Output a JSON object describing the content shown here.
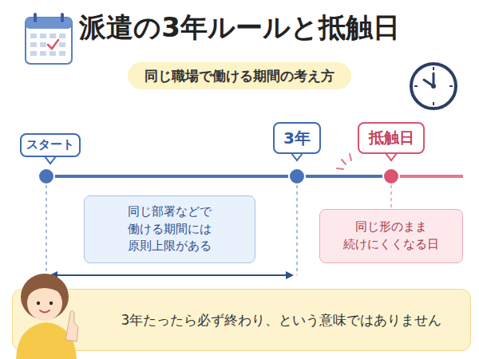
{
  "diagram": {
    "title": "派遣の3年ルールと抵触日",
    "nodes": [
      {
        "text": [
          "同じ職場で働ける期間の考え方"
        ]
      },
      {
        "text": [
          "スタート"
        ]
      },
      {
        "text": [
          "3年"
        ]
      },
      {
        "text": [
          "抵触日"
        ]
      },
      {
        "text": [
          "同じ部署などで 働ける期間には 原則上限がある"
        ]
      },
      {
        "text": [
          "同じ形のまま 続けにくくなる日"
        ]
      },
      {
        "text": [
          "3年たったら必ず終わり、という意味ではありません"
        ]
      }
    ]
  }
}
